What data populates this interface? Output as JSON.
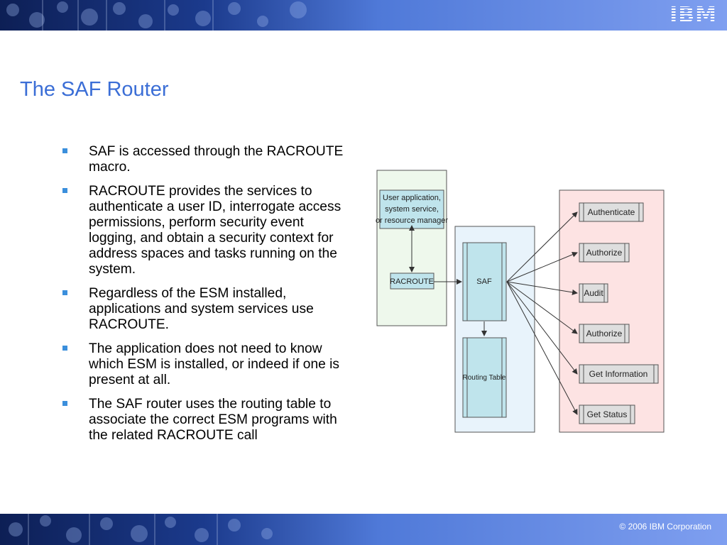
{
  "header": {
    "logo": "IBM"
  },
  "slide": {
    "title": "The SAF Router",
    "bullets": [
      "SAF is accessed through the RACROUTE macro.",
      "RACROUTE provides the services to authenticate a user ID, interrogate access permissions, perform security event logging, and obtain a security context for address spaces and tasks running on the system.",
      "Regardless of the ESM installed, applications and system services use RACROUTE.",
      "The application does not need to know which ESM is installed, or indeed if one is present at all.",
      "The SAF router uses the routing table to associate the correct ESM programs with the related RACROUTE call"
    ]
  },
  "diagram": {
    "caller_box": [
      "User application,",
      "system service,",
      "or resource manager"
    ],
    "racroute": "RACROUTE",
    "saf": "SAF",
    "routing_table": "Routing Table",
    "services": [
      "Authenticate",
      "Authorize",
      "Audit",
      "Authorize",
      "Get Information",
      "Get Status"
    ]
  },
  "footer": {
    "copyright": "© 2006 IBM Corporation"
  },
  "colors": {
    "title": "#3b6ed6",
    "bullet": "#3b8fdc",
    "caller_panel": "#eef8ec",
    "saf_panel": "#e8f3fb",
    "service_panel": "#fde3e3",
    "component_fill": "#bfe4ec",
    "service_fill": "#dedede"
  }
}
